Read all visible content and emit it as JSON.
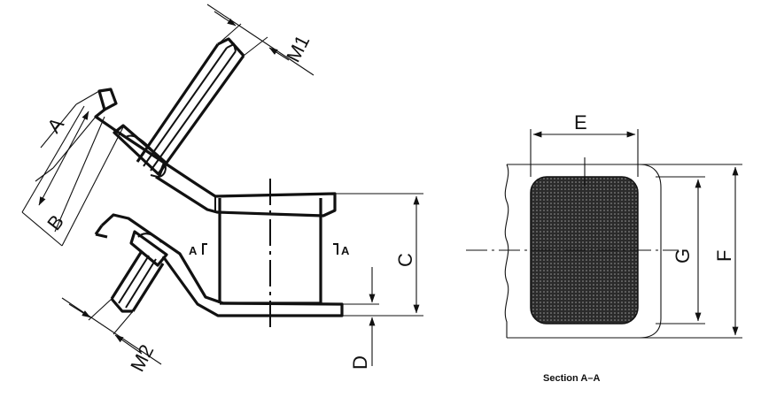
{
  "labels": {
    "dim_a": "A",
    "dim_b": "B",
    "dim_c": "C",
    "dim_d": "D",
    "dim_e": "E",
    "dim_f": "F",
    "dim_g": "G",
    "dim_m1": "M1",
    "dim_m2": "M2",
    "marker_left": "A",
    "marker_right": "A",
    "section_caption": "Section A–A"
  },
  "colors": {
    "line": "#111111",
    "crimp_fill": "#2a2a2a",
    "background": "#ffffff"
  }
}
